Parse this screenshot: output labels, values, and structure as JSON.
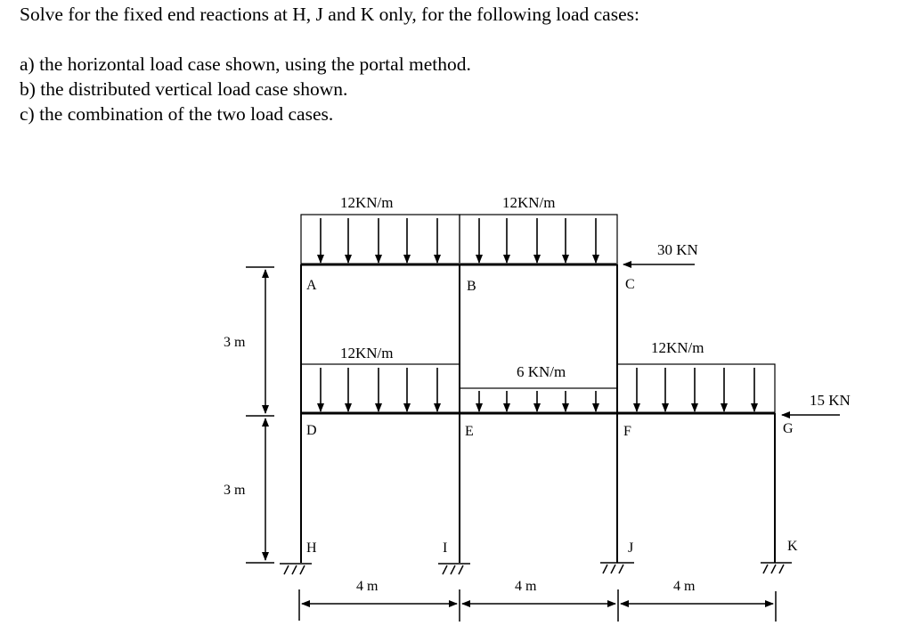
{
  "problem": {
    "intro": "Solve for the fixed end reactions at H, J and K only, for the following load cases:",
    "cases": [
      "a) the horizontal load case shown, using the portal method.",
      "b) the distributed vertical load case shown.",
      "c) the combination of the two load cases."
    ]
  },
  "frame": {
    "nodes": {
      "A": "A",
      "B": "B",
      "C": "C",
      "D": "D",
      "E": "E",
      "F": "F",
      "G": "G",
      "H": "H",
      "I": "I",
      "J": "J",
      "K": "K"
    },
    "loads": {
      "roof_left_udl": "12KN/m",
      "roof_right_udl": "12KN/m",
      "floor_left_udl": "12KN/m",
      "floor_middle_udl": "6 KN/m",
      "floor_right_udl": "12KN/m",
      "point_load_C": "30 KN",
      "point_load_G": "15 KN"
    },
    "dimensions": {
      "upper_story_height": "3 m",
      "lower_story_height": "3 m",
      "bay_1_width": "4 m",
      "bay_2_width": "4 m",
      "bay_3_width": "4 m"
    }
  },
  "colors": {
    "ink": "#000000",
    "background": "#ffffff"
  }
}
